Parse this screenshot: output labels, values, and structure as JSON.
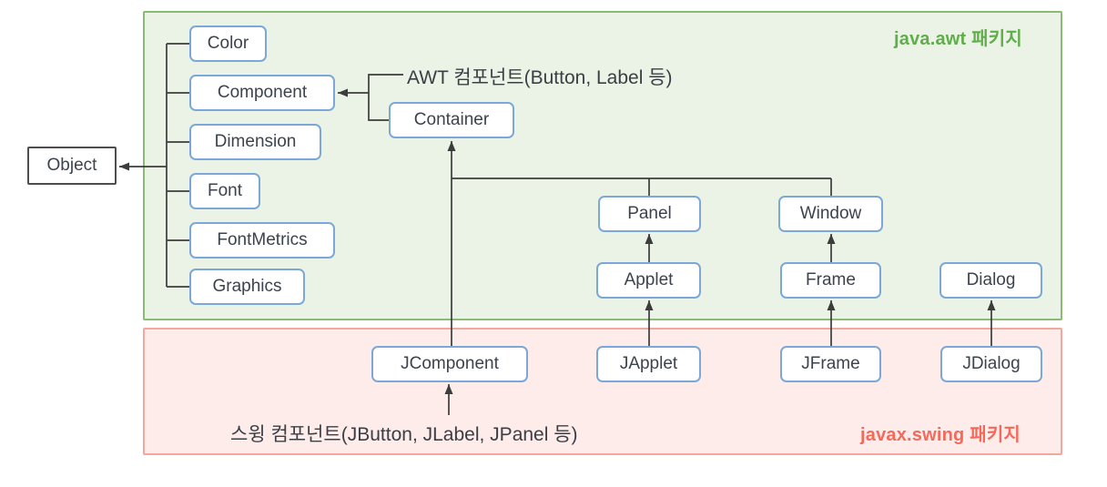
{
  "packages": {
    "awt": {
      "label": "java.awt 패키지"
    },
    "swing": {
      "label": "javax.swing 패키지"
    }
  },
  "nodes": {
    "object": "Object",
    "color": "Color",
    "component": "Component",
    "dimension": "Dimension",
    "font": "Font",
    "fontmetrics": "FontMetrics",
    "graphics": "Graphics",
    "container": "Container",
    "panel": "Panel",
    "window": "Window",
    "applet": "Applet",
    "frame": "Frame",
    "dialog": "Dialog",
    "jcomponent": "JComponent",
    "japplet": "JApplet",
    "jframe": "JFrame",
    "jdialog": "JDialog"
  },
  "annotations": {
    "awt_components": "AWT 컴포넌트(Button, Label 등)",
    "swing_components": "스윙 컴포넌트(JButton, JLabel, JPanel 등)"
  },
  "edges": [
    {
      "from": "Color",
      "to": "Object"
    },
    {
      "from": "Component",
      "to": "Object"
    },
    {
      "from": "Dimension",
      "to": "Object"
    },
    {
      "from": "Font",
      "to": "Object"
    },
    {
      "from": "FontMetrics",
      "to": "Object"
    },
    {
      "from": "Graphics",
      "to": "Object"
    },
    {
      "from": "AWT 컴포넌트(Button, Label 등)",
      "to": "Component"
    },
    {
      "from": "Container",
      "to": "Component"
    },
    {
      "from": "Panel",
      "to": "Container"
    },
    {
      "from": "Window",
      "to": "Container"
    },
    {
      "from": "JComponent",
      "to": "Container"
    },
    {
      "from": "Applet",
      "to": "Panel"
    },
    {
      "from": "Frame",
      "to": "Window"
    },
    {
      "from": "JApplet",
      "to": "Applet"
    },
    {
      "from": "JFrame",
      "to": "Frame"
    },
    {
      "from": "JDialog",
      "to": "Dialog"
    },
    {
      "from": "스윙 컴포넌트(JButton, JLabel, JPanel 등)",
      "to": "JComponent"
    }
  ],
  "colors": {
    "awt_fill": "#eaf3e5",
    "awt_border": "#8aba74",
    "awt_label": "#5fae4a",
    "swing_fill": "#fdecea",
    "swing_border": "#f3a79f",
    "swing_label": "#f4695a",
    "node_border": "#7ba8d8",
    "node_text": "#3c434d",
    "object_border": "#4e4e4e",
    "line": "#3c3c3c"
  }
}
